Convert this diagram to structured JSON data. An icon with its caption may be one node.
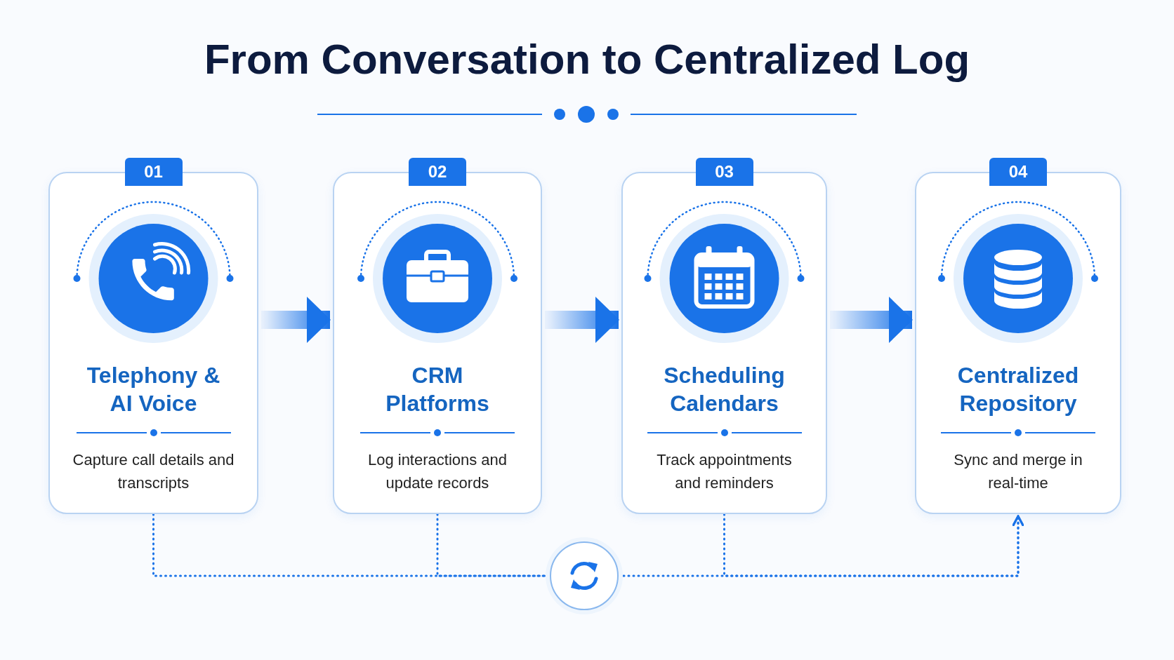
{
  "diagram": {
    "title": "From Conversation to Centralized Log",
    "nodes": [
      {
        "text": [
          "01",
          "Telephony & AI Voice",
          "Capture call details and transcripts"
        ]
      },
      {
        "text": [
          "02",
          "CRM Platforms",
          "Log interactions and update records"
        ]
      },
      {
        "text": [
          "03",
          "Scheduling Calendars",
          "Track appointments and reminders"
        ]
      },
      {
        "text": [
          "04",
          "Centralized Repository",
          "Sync and merge in real-time"
        ]
      },
      {
        "text": [],
        "shape": "circle"
      }
    ],
    "edges": [
      {
        "from": 0,
        "to": 1,
        "arrow": "to",
        "style": "thick"
      },
      {
        "from": 1,
        "to": 2,
        "arrow": "to",
        "style": "thick"
      },
      {
        "from": 2,
        "to": 3,
        "arrow": "to",
        "style": "thick"
      },
      {
        "from": 0,
        "to": 4,
        "arrow": "none",
        "style": "dashed"
      },
      {
        "from": 1,
        "to": 4,
        "arrow": "none",
        "style": "dashed"
      },
      {
        "from": 4,
        "to": 3,
        "arrow": "to",
        "style": "dashed"
      },
      {
        "from": 2,
        "to": 3,
        "arrow": "to",
        "style": "dashed"
      }
    ]
  }
}
